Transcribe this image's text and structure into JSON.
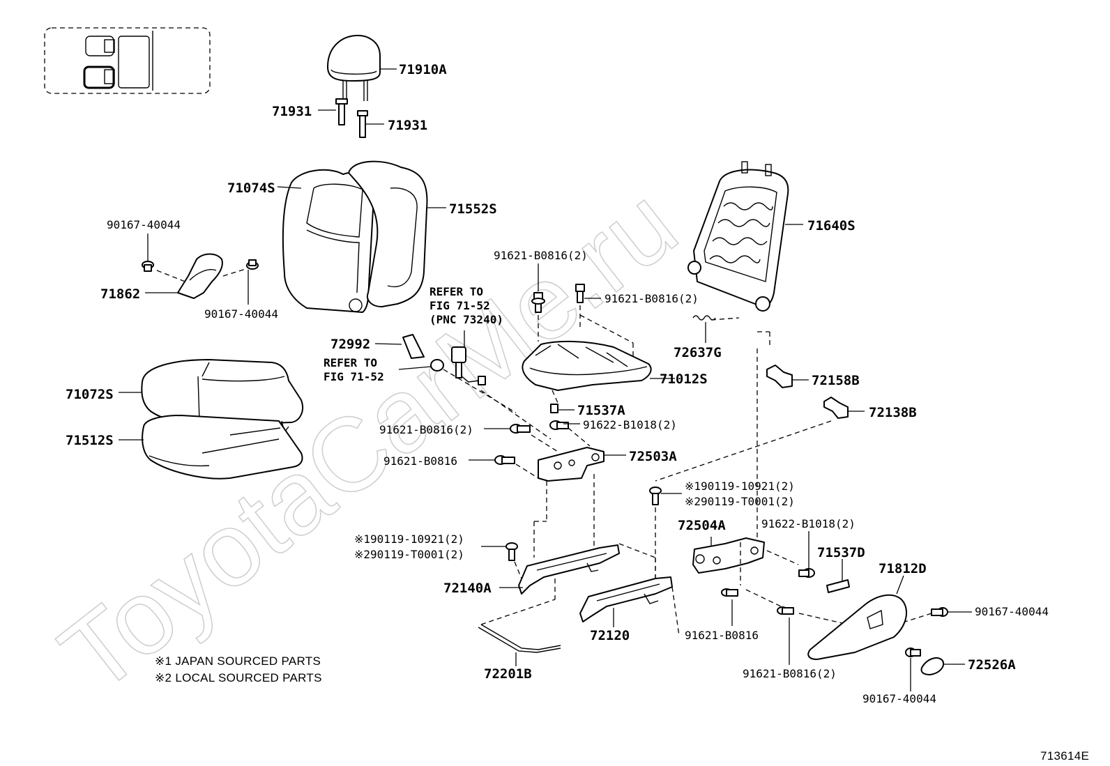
{
  "watermark": "ToyotaCarMe.ru",
  "image_code": "713614E",
  "notes": [
    "※1 JAPAN SOURCED PARTS",
    "※2 LOCAL SOURCED PARTS"
  ],
  "refer_notes": {
    "upper": [
      "REFER TO",
      "FIG 71-52",
      "(PNC 73240)"
    ],
    "lower": [
      "REFER TO",
      "FIG 71-52"
    ]
  },
  "labels": {
    "p71910A": "71910A",
    "p71931_left": "71931",
    "p71931_right": "71931",
    "p71074S": "71074S",
    "p71552S": "71552S",
    "p90167_a": "90167-40044",
    "p71862": "71862",
    "p90167_b": "90167-40044",
    "p71640S": "71640S",
    "p91621_top": "91621-B0816(2)",
    "p91621_top2": "91621-B0816(2)",
    "p72637G": "72637G",
    "p72992": "72992",
    "p71012S": "71012S",
    "p72158B": "72158B",
    "p71072S": "71072S",
    "p71537A": "71537A",
    "p72138B": "72138B",
    "p91621_mid": "91621-B0816(2)",
    "p91622_mid": "91622-B1018(2)",
    "p71512S": "71512S",
    "p91621_single": "91621-B0816",
    "p72503A": "72503A",
    "p190119_r": "※190119-10921(2)",
    "p290119_r": "※290119-T0001(2)",
    "p72504A": "72504A",
    "p91622_r": "91622-B1018(2)",
    "p190119_l": "※190119-10921(2)",
    "p290119_l": "※290119-T0001(2)",
    "p71537D": "71537D",
    "p71812D": "71812D",
    "p72140A": "72140A",
    "p90167_c": "90167-40044",
    "p72120": "72120",
    "p91621_low": "91621-B0816",
    "p72526A": "72526A",
    "p72201B": "72201B",
    "p91621_low2": "91621-B0816(2)",
    "p90167_d": "90167-40044"
  }
}
